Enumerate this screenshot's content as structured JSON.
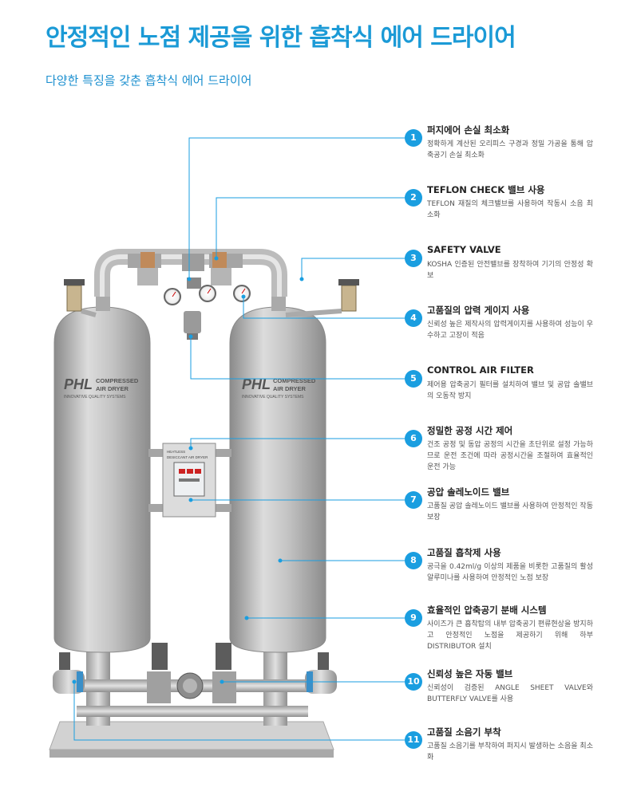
{
  "header": {
    "title": "안정적인 노점 제공을 위한 흡착식 에어 드라이어",
    "subtitle": "다양한 특징을 갖춘 흡착식 에어 드라이어"
  },
  "product": {
    "tank_brand": "PHL",
    "tank_line1": "COMPRESSED",
    "tank_line2": "AIR DRYER",
    "tank_tagline": "INNOVATIVE QUALITY SYSTEMS",
    "panel_line1": "HEATLESS",
    "panel_line2": "DESICCANT AIR DRYER"
  },
  "features": [
    {
      "num": "1",
      "title": "퍼지에어 손실 최소화",
      "desc": "정확하게 계산된 오리피스 구경과 정밀 가공을 통해 압축공기 손실 최소화"
    },
    {
      "num": "2",
      "title": "TEFLON CHECK 밸브 사용",
      "desc": "TEFLON 재질의 체크밸브를 사용하여 작동시 소음 최소화"
    },
    {
      "num": "3",
      "title": "SAFETY VALVE",
      "desc": "KOSHA 인증된 안전밸브를 장착하여 기기의 안정성 확보"
    },
    {
      "num": "4",
      "title": "고품질의 압력 게이지 사용",
      "desc": "신뢰성 높은 제작사의 압력게이지를 사용하여 성능이 우수하고 고장이 적음"
    },
    {
      "num": "5",
      "title": "CONTROL AIR FILTER",
      "desc": "제어용 압축공기 필터를 설치하여 밸브 및 공압 솔밸브의 오동작 방지"
    },
    {
      "num": "6",
      "title": "정밀한 공정 시간 제어",
      "desc": "건조 공정 및 동압 공정의 시간을 초단위로 설정 가능하므로 운전 조건에 따라 공정시간을 조절하여 효율적인 운전 가능"
    },
    {
      "num": "7",
      "title": "공압 솔레노이드 밸브",
      "desc": "고품질 공압 솔레노이드 밸브를 사용하여 안정적인 작동 보장"
    },
    {
      "num": "8",
      "title": "고품질 흡착제 사용",
      "desc": "공극을 0.42ml/g 이상의 제품을 비롯한 고품질의 활성 알루미나를 사용하여 안정적인 노점 보장"
    },
    {
      "num": "9",
      "title": "효율적인 압축공기 분배 시스템",
      "desc": "사이즈가 큰 흡착탑의 내부 압축공기 편류현상을 방지하고 안정적인 노점을 제공하기 위해 하부 DISTRIBUTOR 설치"
    },
    {
      "num": "10",
      "title": "신뢰성 높은 자동 밸브",
      "desc": "신뢰성이 검증된 ANGLE SHEET VALVE와 BUTTERFLY VALVE를 사용"
    },
    {
      "num": "11",
      "title": "고품질 소음기 부착",
      "desc": "고품질 소음기를 부착하여 퍼지시 발생하는 소음을 최소화"
    }
  ]
}
